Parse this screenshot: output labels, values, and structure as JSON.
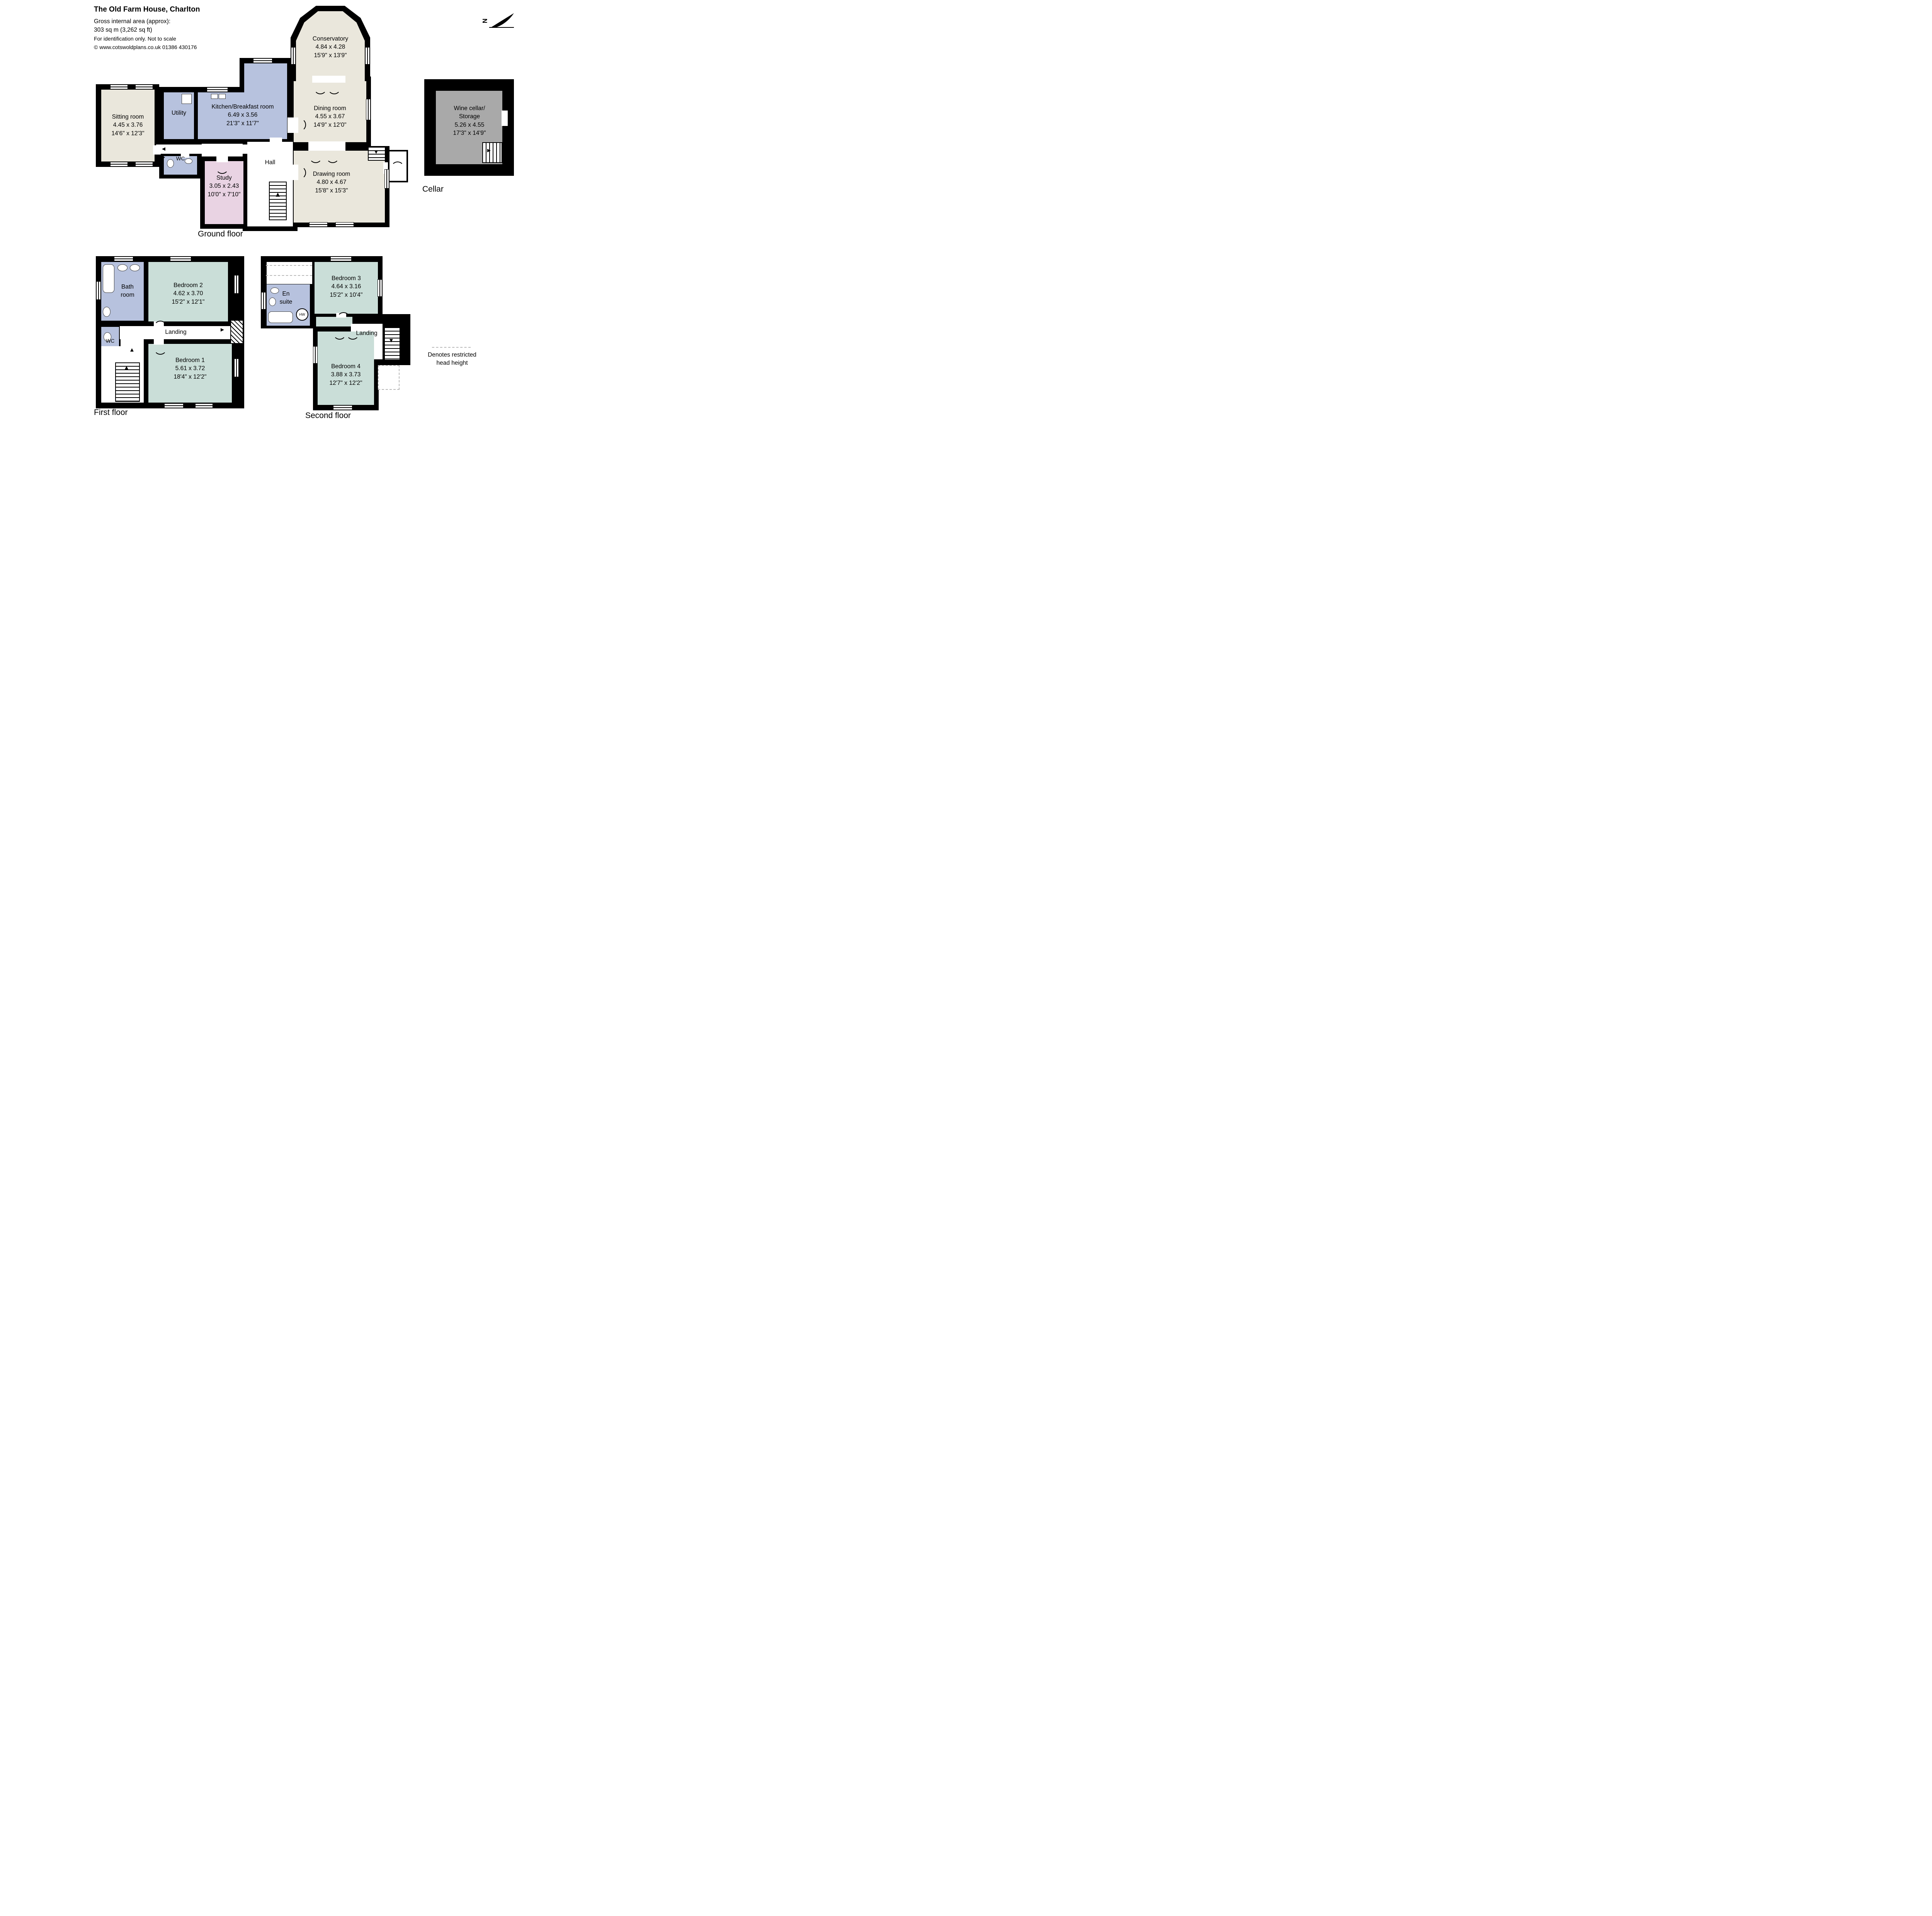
{
  "header": {
    "title": "The Old Farm House, Charlton",
    "area_caption": "Gross internal area (approx):",
    "area_value": "303 sq m (3,262 sq ft)",
    "disclaimer": "For identification only. Not to scale",
    "copyright": "© www.cotswoldplans.co.uk 01386 430176"
  },
  "compass": {
    "north": "N"
  },
  "icons": {
    "arrow_up": "▲",
    "arrow_down": "▼",
    "arrow_left": "◄",
    "arrow_right": "►"
  },
  "ground_floor": {
    "label": "Ground floor",
    "rooms": {
      "sitting": {
        "name": "Sitting room",
        "metric": "4.45 x 3.76",
        "imperial": "14'6\" x 12'3\""
      },
      "utility": {
        "name": "Utility"
      },
      "kitchen": {
        "name": "Kitchen/Breakfast room",
        "metric": "6.49 x 3.56",
        "imperial": "21'3\" x 11'7\""
      },
      "conservatory": {
        "name": "Conservatory",
        "metric": "4.84 x 4.28",
        "imperial": "15'9\" x 13'9\""
      },
      "dining": {
        "name": "Dining room",
        "metric": "4.55 x 3.67",
        "imperial": "14'9\" x 12'0\""
      },
      "drawing": {
        "name": "Drawing room",
        "metric": "4.80 x 4.67",
        "imperial": "15'8\" x 15'3\""
      },
      "study": {
        "name": "Study",
        "metric": "3.05 x 2.43",
        "imperial": "10'0\" x 7'10\""
      },
      "hall": {
        "name": "Hall"
      },
      "wc": {
        "name": "WC"
      }
    }
  },
  "cellar": {
    "label": "Cellar",
    "rooms": {
      "wine": {
        "name_line1": "Wine cellar/",
        "name_line2": "Storage",
        "metric": "5.26 x 4.55",
        "imperial": "17'3\" x 14'9\""
      }
    }
  },
  "first_floor": {
    "label": "First floor",
    "rooms": {
      "bath": {
        "name": "Bath room"
      },
      "bedroom2": {
        "name": "Bedroom 2",
        "metric": "4.62 x 3.70",
        "imperial": "15'2\" x 12'1\""
      },
      "landing": {
        "name": "Landing"
      },
      "wc": {
        "name": "WC"
      },
      "bedroom1": {
        "name": "Bedroom 1",
        "metric": "5.61 x 3.72",
        "imperial": "18'4\" x 12'2\""
      }
    }
  },
  "second_floor": {
    "label": "Second floor",
    "rooms": {
      "ensuite": {
        "name": "En suite"
      },
      "bedroom3": {
        "name": "Bedroom 3",
        "metric": "4.64 x 3.16",
        "imperial": "15'2\" x 10'4\""
      },
      "landing": {
        "name": "Landing"
      },
      "hw": {
        "name": "HW"
      },
      "bedroom4": {
        "name": "Bedroom 4",
        "metric": "3.88 x 3.73",
        "imperial": "12'7\" x 12'2\""
      }
    }
  },
  "legend": {
    "restricted_note": "Denotes restricted head height"
  },
  "colors": {
    "wall": "#000000",
    "reception_cream": "#EAE7DC",
    "kitchen_blue": "#B7C2DE",
    "study_pink": "#E9D3E3",
    "bedroom_teal": "#CADED8",
    "cellar_gray": "#A9A9A9"
  }
}
